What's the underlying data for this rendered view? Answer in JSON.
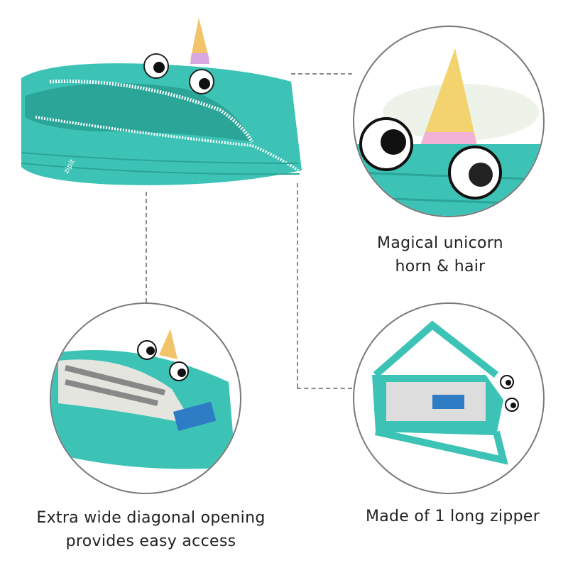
{
  "brand_label": "zipit",
  "colors": {
    "pouch": "#3cc3b6",
    "pouch_dark": "#2aa597",
    "circle_border": "#7a7a7a",
    "dash": "#8a8a8a",
    "text": "#222222"
  },
  "callouts": [
    {
      "line1": "Magical unicorn",
      "line2": "horn & hair"
    },
    {
      "line1": "Extra wide diagonal opening",
      "line2": "provides easy access"
    },
    {
      "line1": "Made of 1 long zipper"
    }
  ]
}
